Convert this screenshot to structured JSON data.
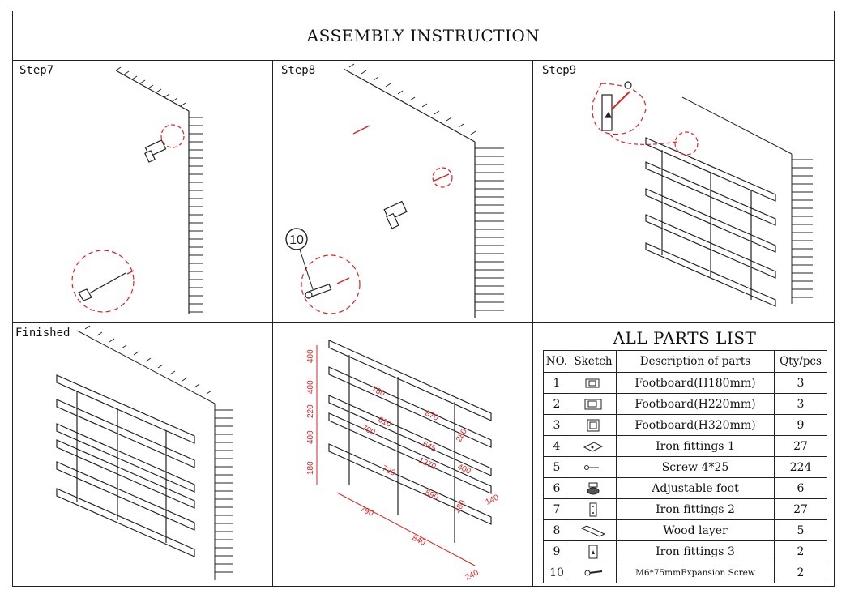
{
  "document": {
    "title": "ASSEMBLY INSTRUCTION"
  },
  "steps": [
    {
      "label": "Step7"
    },
    {
      "label": "Step8",
      "callout": "10"
    },
    {
      "label": "Step9"
    },
    {
      "label": "Finished"
    }
  ],
  "dimensions": {
    "heights": [
      "400",
      "400",
      "220",
      "400",
      "180"
    ],
    "widths": [
      "750",
      "870",
      "610",
      "700",
      "645",
      "280",
      "1270",
      "400",
      "720",
      "590",
      "280",
      "140",
      "790",
      "840",
      "240"
    ]
  },
  "parts_list": {
    "title": "ALL PARTS LIST",
    "headers": [
      "NO.",
      "Sketch",
      "Description of parts",
      "Qty/pcs"
    ],
    "rows": [
      {
        "no": "1",
        "sketch": "footboard-small-icon",
        "desc": "Footboard(H180mm)",
        "qty": "3"
      },
      {
        "no": "2",
        "sketch": "footboard-medium-icon",
        "desc": "Footboard(H220mm)",
        "qty": "3"
      },
      {
        "no": "3",
        "sketch": "footboard-large-icon",
        "desc": "Footboard(H320mm)",
        "qty": "9"
      },
      {
        "no": "4",
        "sketch": "iron-fitting-plate-icon",
        "desc": "Iron fittings 1",
        "qty": "27"
      },
      {
        "no": "5",
        "sketch": "screw-icon",
        "desc": "Screw 4*25",
        "qty": "224"
      },
      {
        "no": "6",
        "sketch": "adjustable-foot-icon",
        "desc": "Adjustable foot",
        "qty": "6"
      },
      {
        "no": "7",
        "sketch": "iron-bracket-icon",
        "desc": "Iron fittings 2",
        "qty": "27"
      },
      {
        "no": "8",
        "sketch": "wood-layer-icon",
        "desc": "Wood layer",
        "qty": "5"
      },
      {
        "no": "9",
        "sketch": "iron-hanger-icon",
        "desc": "Iron fittings 3",
        "qty": "2"
      },
      {
        "no": "10",
        "sketch": "expansion-screw-icon",
        "desc": "M6*75mmExpansion Screw",
        "qty": "2"
      }
    ]
  }
}
